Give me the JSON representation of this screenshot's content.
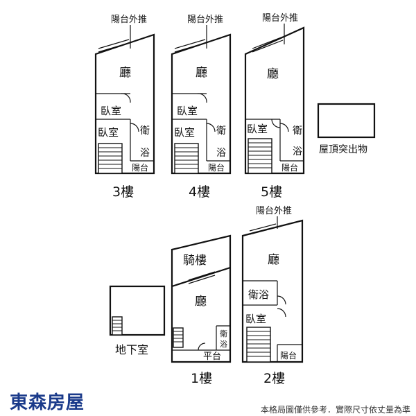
{
  "rooms": {
    "hall": "廳",
    "bedroom": "臥室",
    "bath_wei": "衛",
    "bath_yu": "浴",
    "bath": "衛浴",
    "balcony": "陽台",
    "balcony_push": "陽台外推",
    "arcade": "騎樓",
    "platform": "平台"
  },
  "floors": {
    "f3": "3樓",
    "f4": "4樓",
    "f5": "5樓",
    "f1": "1樓",
    "f2": "2樓",
    "basement": "地下室",
    "roof": "屋頂突出物"
  },
  "brand": "東森房屋",
  "note": "本格局圖僅供參考．實際尺寸依丈量為準",
  "colors": {
    "brand": "#1a3a8a",
    "line": "#111111"
  }
}
